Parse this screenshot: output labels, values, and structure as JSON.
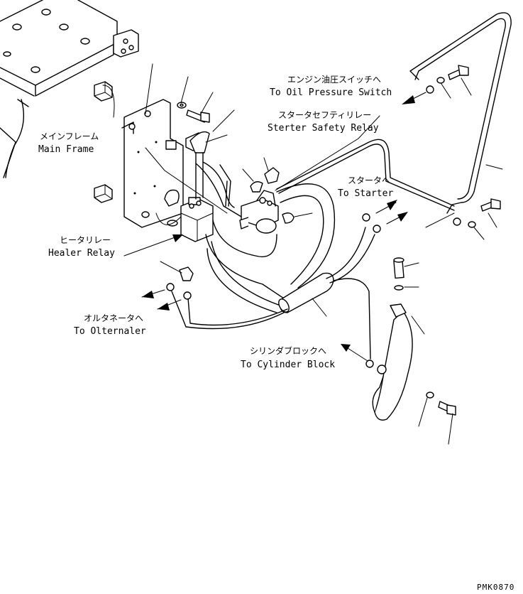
{
  "labels": {
    "oil_pressure_jp": "エンジン油圧スイッチへ",
    "oil_pressure_en": "To Oil Pressure Switch",
    "safety_relay_jp": "スタータセフティリレー",
    "safety_relay_en": "Sterter Safety Relay",
    "main_frame_jp": "メインフレーム",
    "main_frame_en": "Main Frame",
    "starter_jp": "スタータへ",
    "starter_en": "To Starter",
    "heater_relay_jp": "ヒータリレー",
    "heater_relay_en": "Healer Relay",
    "alternator_jp": "オルタネータへ",
    "alternator_en": "To Olternaler",
    "cylinder_block_jp": "シリンダブロックへ",
    "cylinder_block_en": "To Cylinder Block"
  },
  "drawing_code": "PMK0870"
}
